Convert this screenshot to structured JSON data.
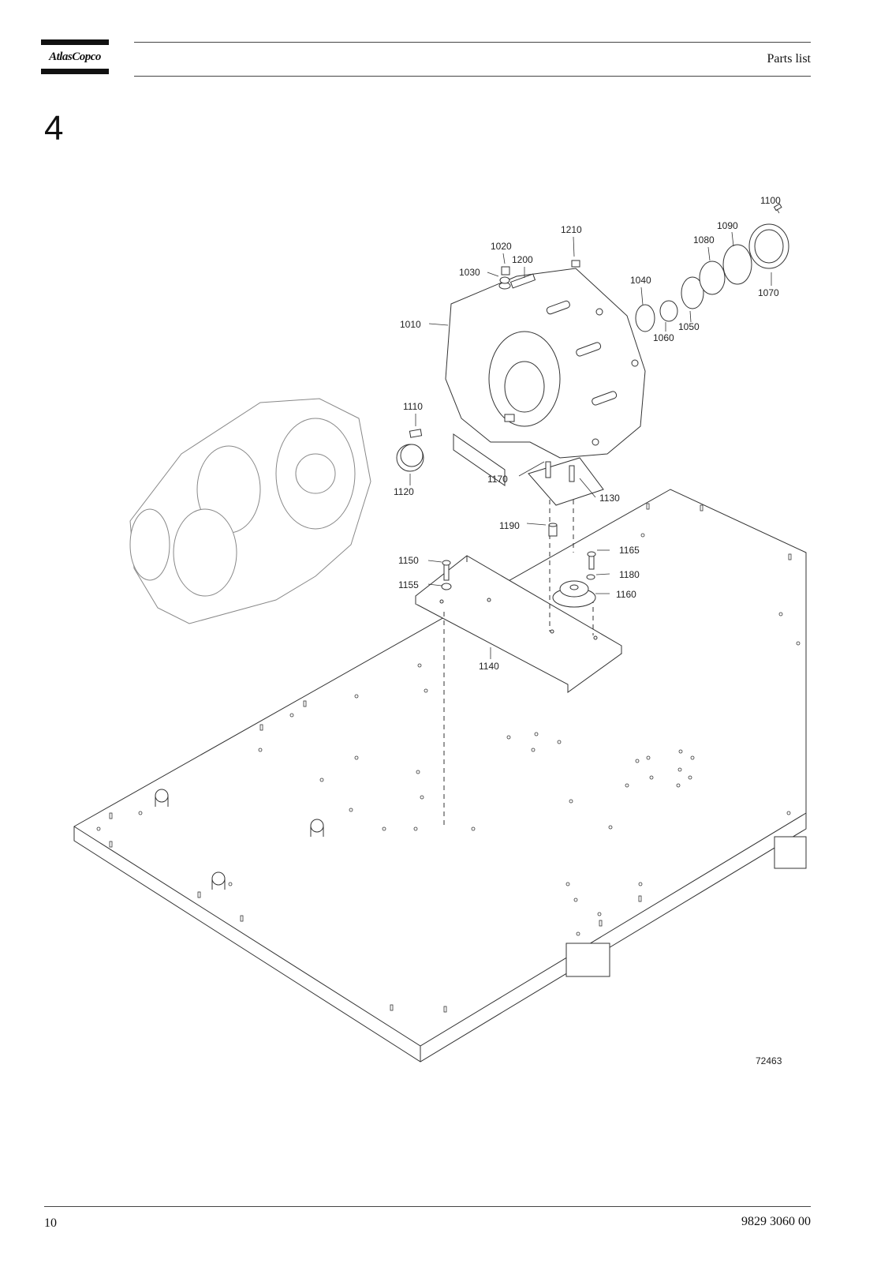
{
  "header": {
    "logo_text": "AtlasCopco",
    "title": "Parts list"
  },
  "section": {
    "number": "4"
  },
  "drawing": {
    "callouts": [
      {
        "id": "c1100",
        "text": "1100"
      },
      {
        "id": "c1090",
        "text": "1090"
      },
      {
        "id": "c1080",
        "text": "1080"
      },
      {
        "id": "c1070",
        "text": "1070"
      },
      {
        "id": "c1210",
        "text": "1210"
      },
      {
        "id": "c1020",
        "text": "1020"
      },
      {
        "id": "c1200",
        "text": "1200"
      },
      {
        "id": "c1030",
        "text": "1030"
      },
      {
        "id": "c1040",
        "text": "1040"
      },
      {
        "id": "c1060",
        "text": "1060"
      },
      {
        "id": "c1050",
        "text": "1050"
      },
      {
        "id": "c1010",
        "text": "1010"
      },
      {
        "id": "c1110",
        "text": "1110"
      },
      {
        "id": "c1120",
        "text": "1120"
      },
      {
        "id": "c1170",
        "text": "1170"
      },
      {
        "id": "c1130",
        "text": "1130"
      },
      {
        "id": "c1190",
        "text": "1190"
      },
      {
        "id": "c1150",
        "text": "1150"
      },
      {
        "id": "c1165",
        "text": "1165"
      },
      {
        "id": "c1155",
        "text": "1155"
      },
      {
        "id": "c1180",
        "text": "1180"
      },
      {
        "id": "c1160",
        "text": "1160"
      },
      {
        "id": "c1140",
        "text": "1140"
      }
    ],
    "figure_number": "72463"
  },
  "footer": {
    "page_number": "10",
    "document_number": "9829 3060 00"
  }
}
